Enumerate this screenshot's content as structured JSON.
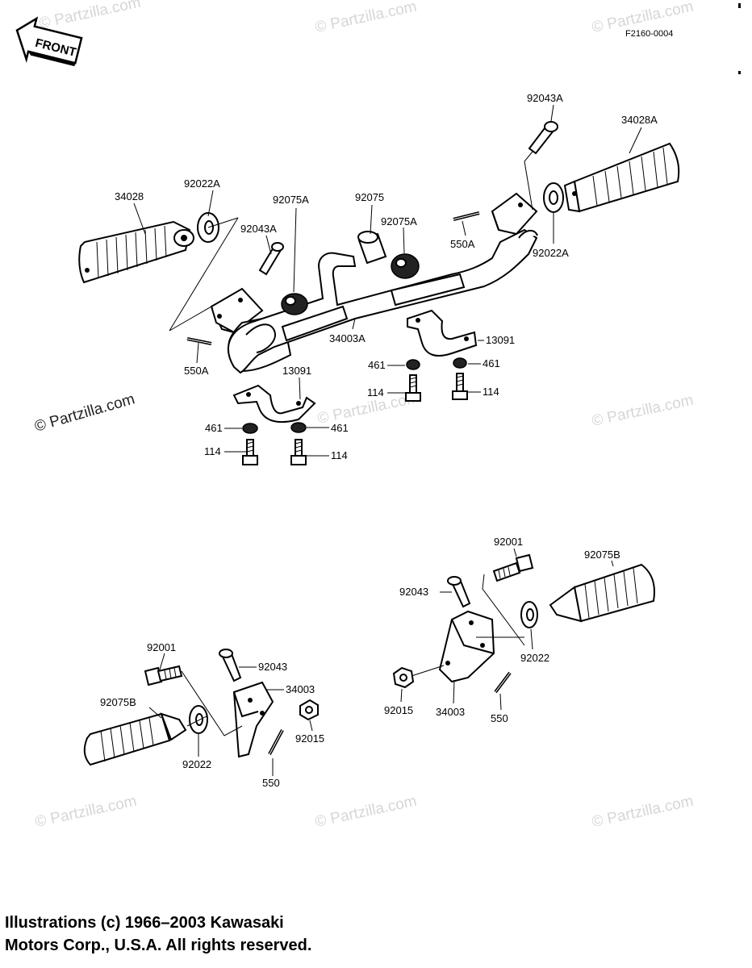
{
  "figure_id": "F2160-0004",
  "front_marker": "FRONT",
  "watermark": "© Partzilla.com",
  "copyright": [
    "Illustrations (c) 1966–2003 Kawasaki",
    "Motors Corp., U.S.A.  All rights reserved."
  ],
  "labels": {
    "p34028": "34028",
    "p92022A_left": "92022A",
    "p92075A_a": "92075A",
    "p92075": "92075",
    "p92043A_left": "92043A",
    "p92075A_b": "92075A",
    "p92043A_right": "92043A",
    "p34028A": "34028A",
    "p550A_right": "550A",
    "p92022A_right": "92022A",
    "p34003A": "34003A",
    "p13091_right": "13091",
    "p550A_left": "550A",
    "p461_r1": "461",
    "p461_r2": "461",
    "p114_r1": "114",
    "p114_r2": "114",
    "p13091_left": "13091",
    "p461_l1": "461",
    "p461_l2": "461",
    "p114_l1": "114",
    "p114_l2": "114",
    "p92001_right": "92001",
    "p92075B_right": "92075B",
    "p92043_right": "92043",
    "p92022_right": "92022",
    "p92015_right": "92015",
    "p34003_right": "34003",
    "p550_right": "550",
    "p92001_left": "92001",
    "p92043_left": "92043",
    "p34003_left": "34003",
    "p92075B_left": "92075B",
    "p92015_left": "92015",
    "p92022_left": "92022",
    "p550_left": "550"
  }
}
